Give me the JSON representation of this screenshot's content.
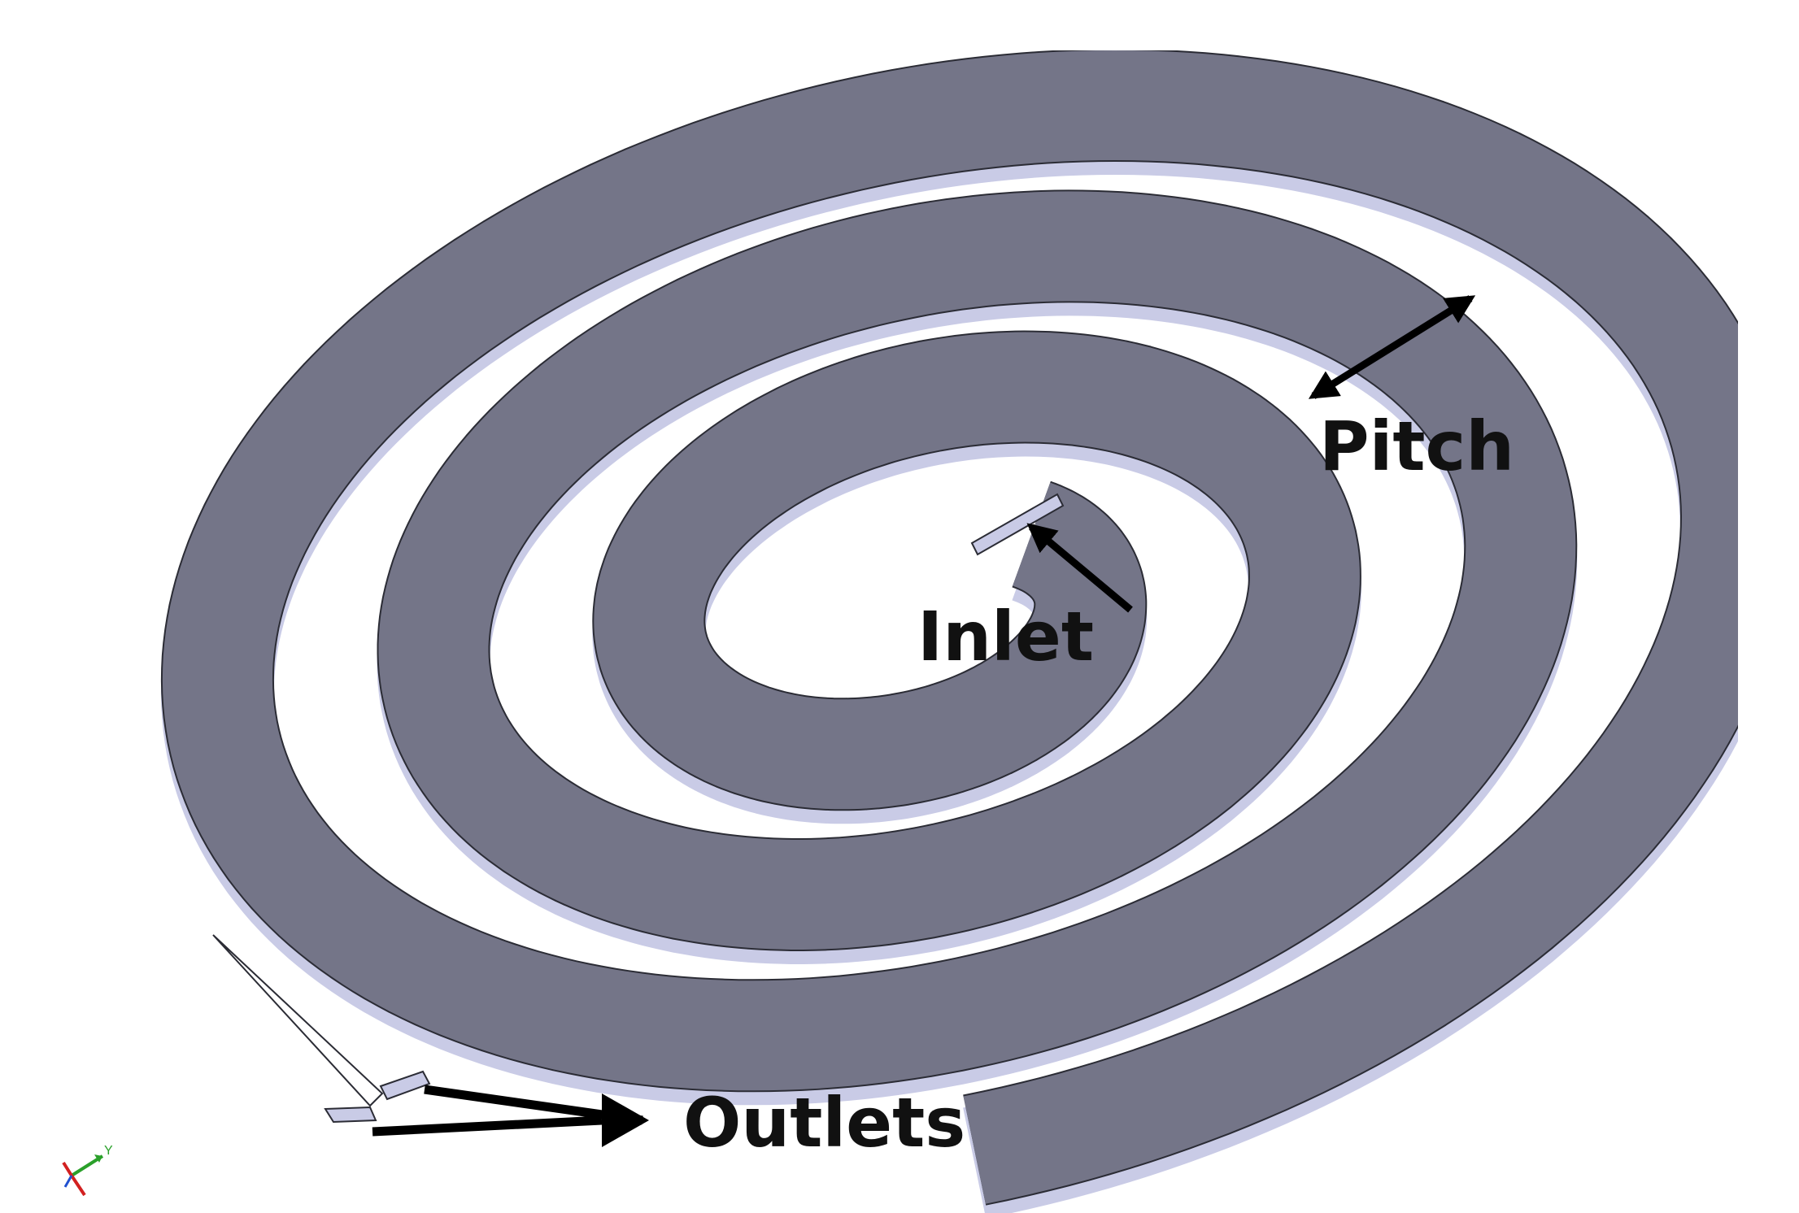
{
  "labels": {
    "pitch": "Pitch",
    "inlet": "Inlet",
    "outlets": "Outlets"
  },
  "triad": {
    "y_label": "Y"
  },
  "colors": {
    "channel_top": "#747588",
    "channel_side": "#c9cbe6",
    "edge": "#2b2c35",
    "arrow": "#000000",
    "axis_y": "#2aa02a",
    "axis_x": "#d22020",
    "axis_z": "#2050d0"
  }
}
